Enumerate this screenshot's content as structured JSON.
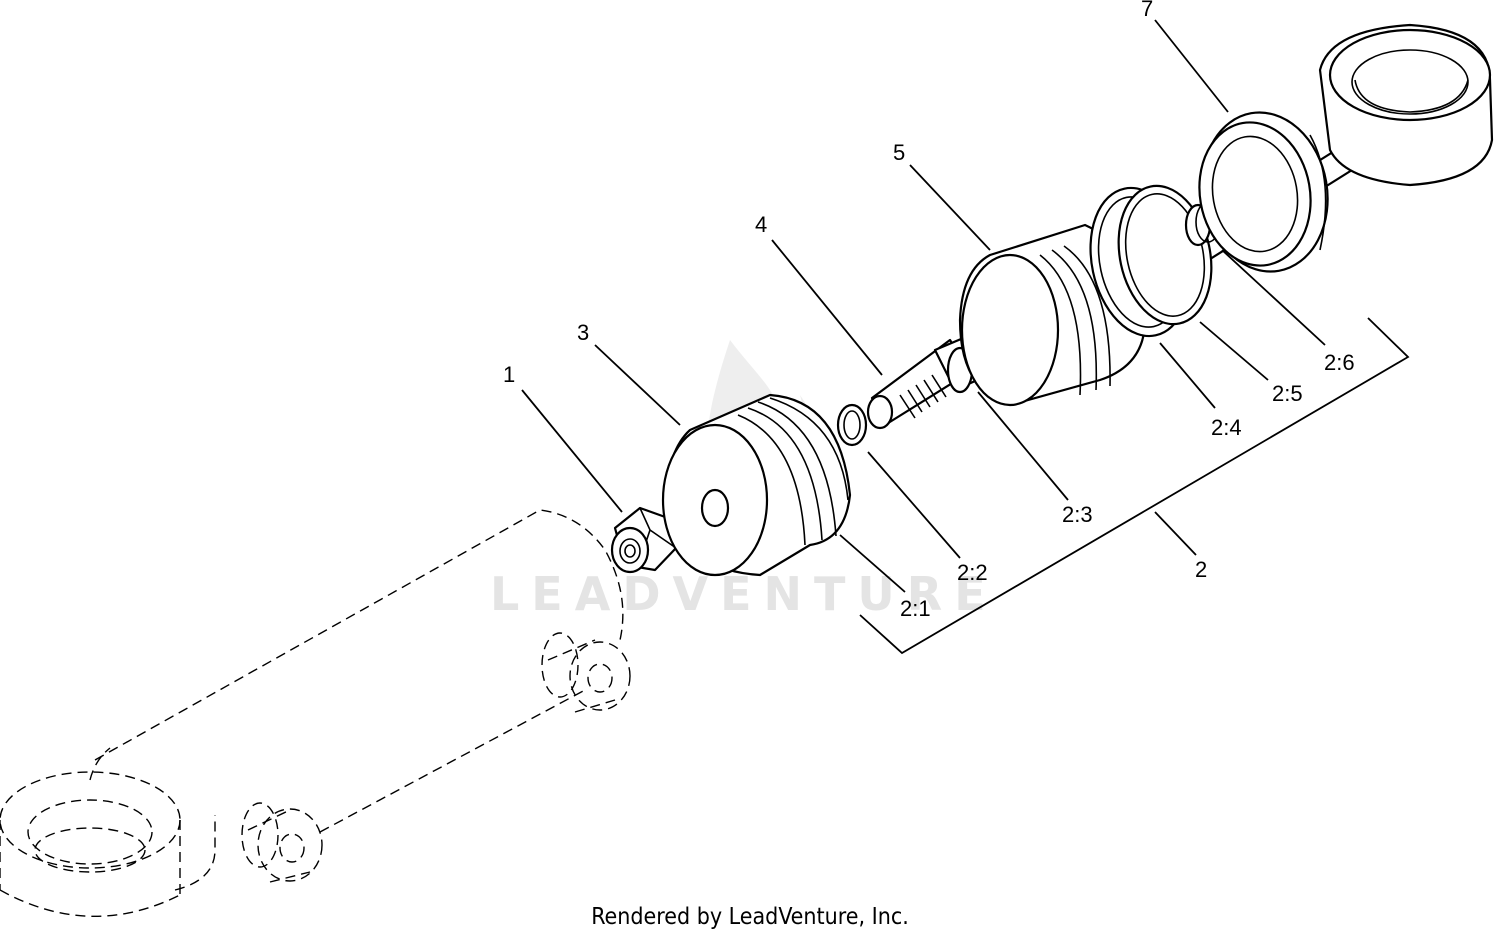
{
  "diagram": {
    "watermark_text": "LEADVENTURE",
    "callouts": {
      "c1": "1",
      "c2": "2",
      "c3": "3",
      "c4": "4",
      "c5": "5",
      "c7": "7",
      "c21": "2:1",
      "c22": "2:2",
      "c23": "2:3",
      "c24": "2:4",
      "c25": "2:5",
      "c26": "2:6"
    }
  },
  "footer": {
    "credit": "Rendered by LeadVenture, Inc."
  }
}
